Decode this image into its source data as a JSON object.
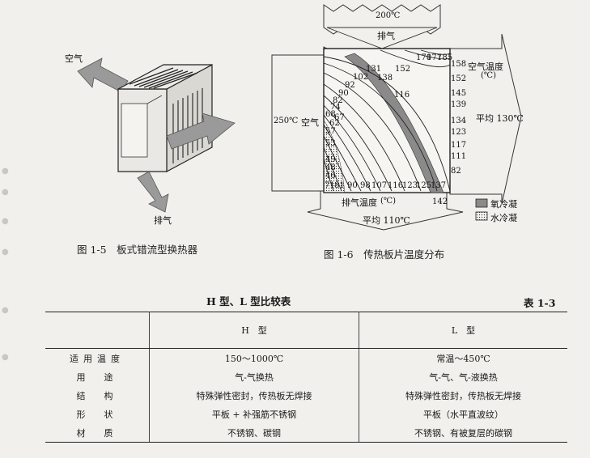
{
  "fig1": {
    "air_label": "空气",
    "exhaust_label": "排气",
    "caption": "图 1-5　板式错流型换热器"
  },
  "fig2": {
    "top_temp": "200℃",
    "top_label": "排气",
    "left_temp": "250℃",
    "left_label": "空气",
    "right_label_1": "空气温度",
    "right_label_2": "(℃)",
    "avg_air": "平均 130℃",
    "bottom_label_1": "排气温度",
    "bottom_label_2": "(℃)",
    "avg_exhaust": "平均 110℃",
    "legend_oxygen": "氧冷凝",
    "legend_water": "水冷凝",
    "caption": "图 1-6　传热板片温度分布",
    "top_numbers": [
      "170",
      "177",
      "185"
    ],
    "curve_numbers": [
      "131",
      "152",
      "138",
      "116",
      "102",
      "92",
      "90",
      "82",
      "74",
      "68",
      "67",
      "62",
      "57",
      "53",
      "49",
      "48",
      "46"
    ],
    "right_numbers": [
      "158",
      "152",
      "145",
      "139",
      "134",
      "123",
      "117",
      "111",
      "82"
    ],
    "bottom_numbers": [
      "71",
      "81",
      "90",
      "98",
      "107",
      "116",
      "123",
      "125",
      "137",
      "142"
    ]
  },
  "table": {
    "title": "H 型、L 型比较表",
    "number": "表 1-3",
    "col_h": "H　型",
    "col_l": "L　型",
    "rows": [
      {
        "label": "适用温度",
        "h": "150～1000℃",
        "l": "常温～450℃"
      },
      {
        "label": "用　途",
        "h": "气-气换热",
        "l": "气-气、气-液换热"
      },
      {
        "label": "结　构",
        "h": "特殊弹性密封，传热板无焊接",
        "l": "特殊弹性密封，传热板无焊接"
      },
      {
        "label": "形　状",
        "h": "平板 + 补强筋不锈钢",
        "l": "平板（水平直波纹）"
      },
      {
        "label": "材　质",
        "h": "不锈钢、碳钢",
        "l": "不锈钢、有被复层的碳钢"
      }
    ]
  },
  "colors": {
    "ink": "#1a1a1a",
    "paper": "#f1f0ec",
    "band": "#8a8a8a",
    "arrow": "#9a9a9a"
  }
}
